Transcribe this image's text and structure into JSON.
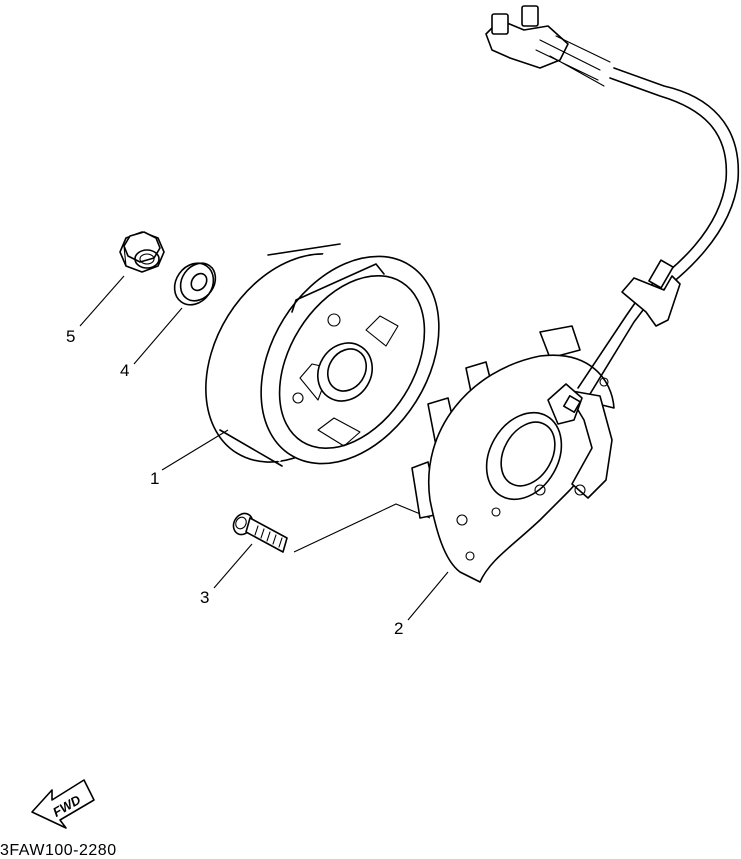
{
  "diagram": {
    "callouts": [
      "1",
      "2",
      "3",
      "4",
      "5"
    ],
    "fwd_label": "FWD",
    "diagram_code": "3FAW100-2280"
  }
}
